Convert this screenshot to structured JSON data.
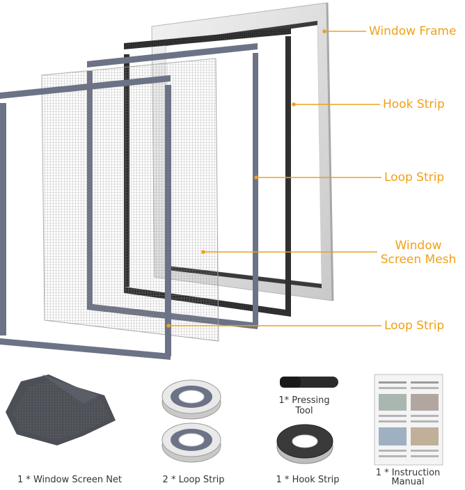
{
  "callouts": {
    "window_frame": "Window Frame",
    "hook_strip": "Hook Strip",
    "loop_strip_upper": "Loop Strip",
    "mesh_line1": "Window",
    "mesh_line2": "Screen Mesh",
    "loop_strip_lower": "Loop Strip"
  },
  "items": {
    "screen_net": "1 * Window Screen Net",
    "loop_strip": "2 *  Loop Strip",
    "pressing_tool_line1": "1* Pressing",
    "pressing_tool_line2": "Tool",
    "hook_strip": "1 * Hook Strip",
    "manual_line1": "1 * Instruction",
    "manual_line2": "Manual"
  },
  "colors": {
    "callout": "#f0a018",
    "frame": "#d8d8d8",
    "hook_strip": "#2f2f2f",
    "loop_strip": "#6d7386",
    "mesh": "#9a9a9a"
  }
}
